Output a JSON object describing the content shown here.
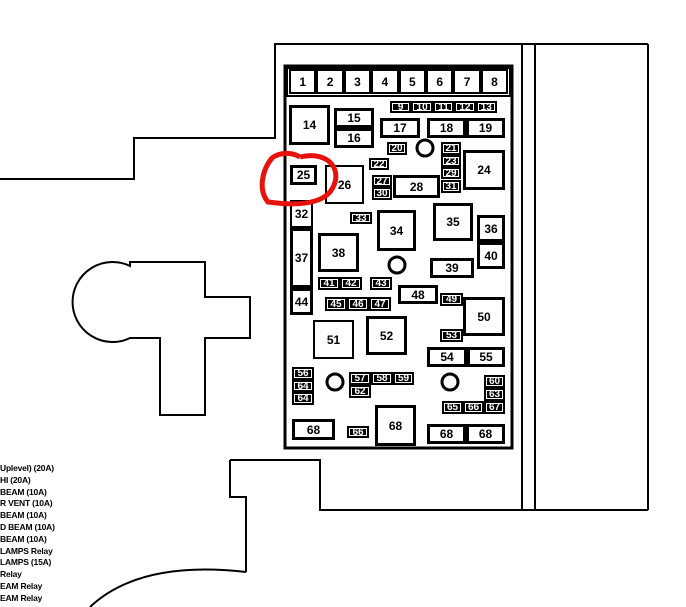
{
  "fuses": [
    "1",
    "2",
    "3",
    "4",
    "5",
    "6",
    "7",
    "8",
    "9",
    "10",
    "11",
    "12",
    "13",
    "14",
    "15",
    "16",
    "17",
    "18",
    "19",
    "20",
    "21",
    "22",
    "23",
    "29",
    "24",
    "25",
    "26",
    "27",
    "30",
    "28",
    "31",
    "32",
    "33",
    "34",
    "35",
    "36",
    "40",
    "37",
    "38",
    "39",
    "41",
    "42",
    "43",
    "44",
    "45",
    "46",
    "47",
    "48",
    "49",
    "50",
    "53",
    "51",
    "52",
    "54",
    "55",
    "56",
    "64",
    "64",
    "57",
    "58",
    "59",
    "62",
    "60",
    "63",
    "65",
    "66",
    "67",
    "68",
    "66",
    "68",
    "68",
    "68"
  ],
  "legend": [
    "Uplevel) (20A)",
    "HI (20A)",
    "BEAM (10A)",
    "R VENT (10A)",
    "BEAM (10A)",
    "D BEAM (10A)",
    "BEAM (10A)",
    "LAMPS Relay",
    "LAMPS (15A)",
    "Relay",
    "EAM Relay",
    "EAM Relay"
  ],
  "colors": {
    "highlight": "#e8120c",
    "line": "#000000"
  }
}
